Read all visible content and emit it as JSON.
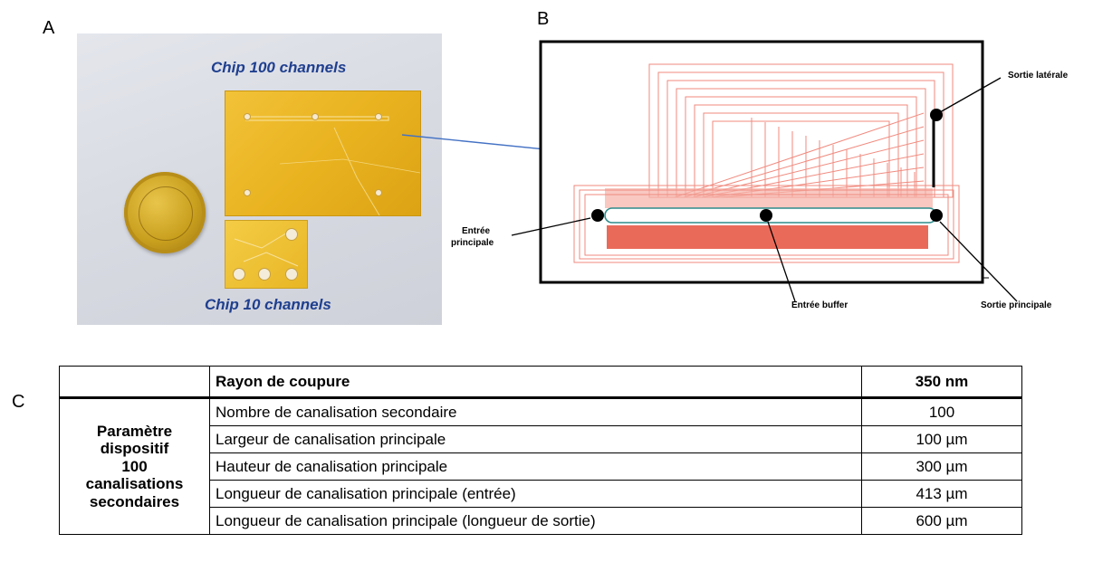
{
  "panels": {
    "a": "A",
    "b": "B",
    "c": "C"
  },
  "photo": {
    "chip100_label": "Chip 100 channels",
    "chip10_label": "Chip 10 channels"
  },
  "schematic": {
    "callouts": {
      "side_outlet": "Sortie latérale",
      "main_inlet_line1": "Entrée",
      "main_inlet_line2": "principale",
      "buffer_inlet": "Entrée buffer",
      "main_outlet": "Sortie principale"
    },
    "colors": {
      "channels": "#f08a7e",
      "dense_channels": "#ea6a5a",
      "main_channel": "#2e8b8b",
      "arrow": "#4472c4"
    }
  },
  "table": {
    "header": {
      "label": "Rayon de coupure",
      "value": "350 nm"
    },
    "group_label": [
      "Paramètre",
      "dispositif",
      "100",
      "canalisations",
      "secondaires"
    ],
    "rows": [
      {
        "label": "Nombre de canalisation secondaire",
        "value": "100"
      },
      {
        "label": "Largeur de canalisation principale",
        "value": "100 µm"
      },
      {
        "label": "Hauteur de canalisation principale",
        "value": "300 µm"
      },
      {
        "label": "Longueur de canalisation principale (entrée)",
        "value": "413 µm"
      },
      {
        "label": "Longueur de canalisation principale (longueur de sortie)",
        "value": "600 µm"
      }
    ]
  }
}
